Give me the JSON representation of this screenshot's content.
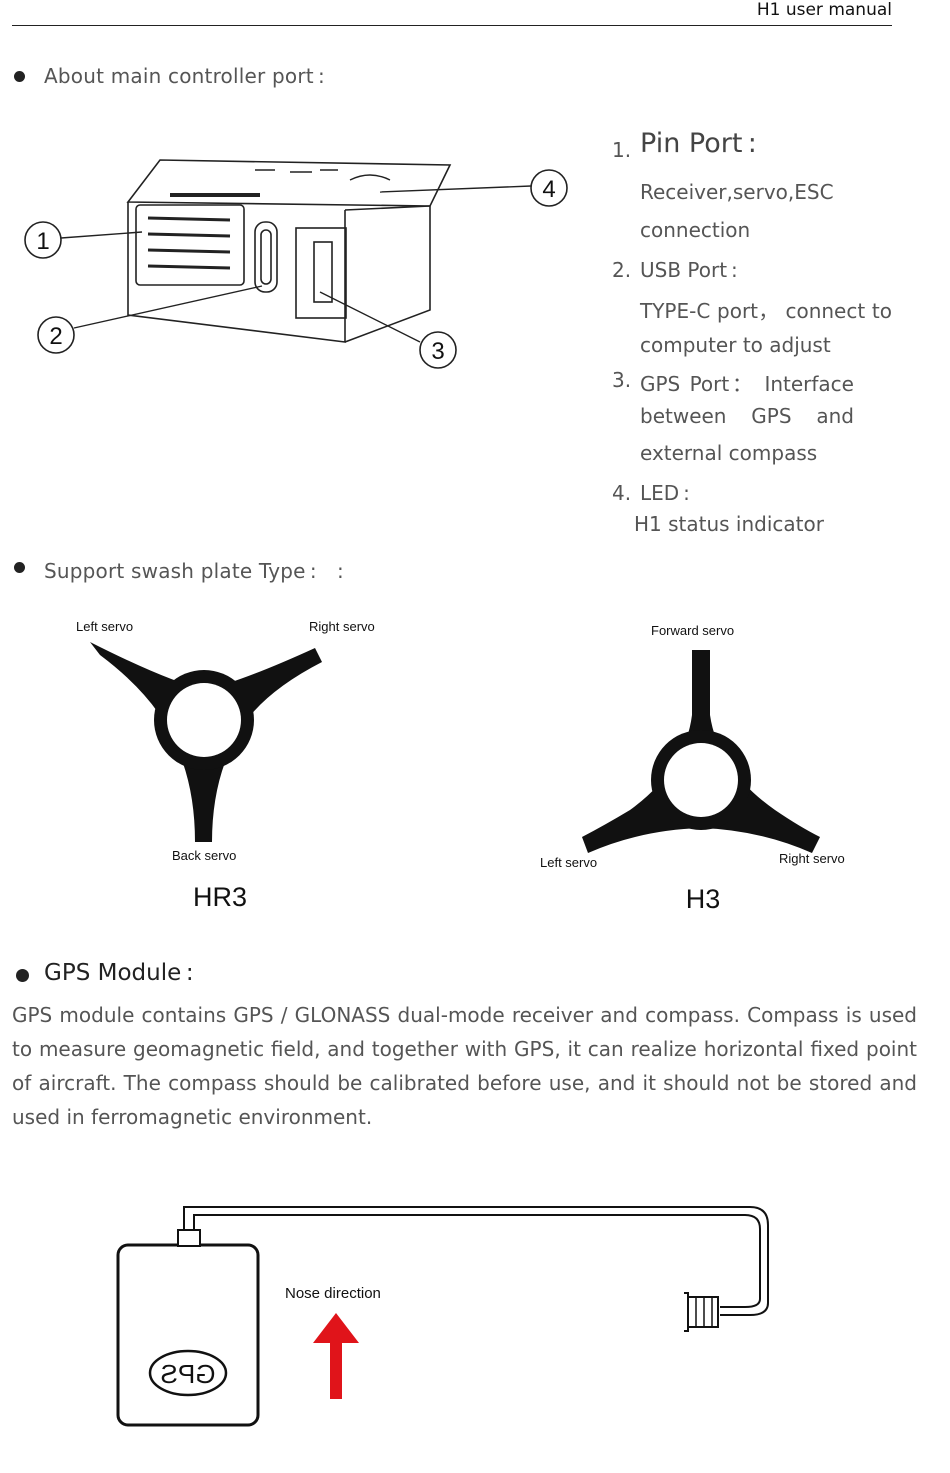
{
  "header": {
    "title": "H1 user manual"
  },
  "controller": {
    "heading": "About main controller port :",
    "callouts": [
      "1",
      "2",
      "3",
      "4"
    ],
    "ports": [
      {
        "num": "1.",
        "title": "Pin Port :",
        "desc": [
          "Receiver,servo,ESC",
          "connection"
        ]
      },
      {
        "num": "2.",
        "title": "USB Port :",
        "desc": [
          "TYPE-C port， connect to",
          "computer to adjust"
        ]
      },
      {
        "num": "3.",
        "title": "GPS Port：  Interface",
        "desc": [
          "between  GPS  and",
          "external compass"
        ]
      },
      {
        "num": "4.",
        "title": "LED :",
        "desc": [
          "H1 status indicator"
        ]
      }
    ]
  },
  "swash": {
    "heading": "Support swash plate Type :　:",
    "hr3": {
      "caption": "HR3",
      "left": "Left servo",
      "right": "Right servo",
      "back": "Back servo"
    },
    "h3": {
      "caption": "H3",
      "forward": "Forward servo",
      "left": "Left servo",
      "right": "Right servo"
    }
  },
  "gps": {
    "title": "GPS Module :",
    "paragraph": "GPS module contains GPS / GLONASS dual-mode receiver and compass. Compass is used to measure geomagnetic field, and together with GPS, it can realize horizontal fixed point of aircraft. The compass should be calibrated before use, and it should not be stored and used in ferromagnetic environment.",
    "nose_label": "Nose direction",
    "module_label": "GPS",
    "arrow_color": "#e0141a"
  }
}
